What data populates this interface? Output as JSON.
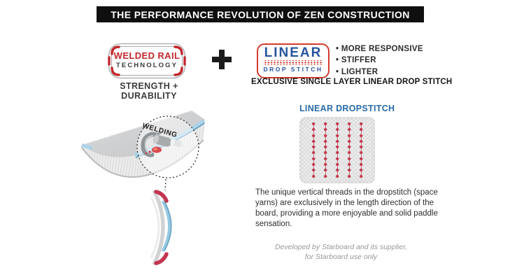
{
  "banner": {
    "title": "THE PERFORMANCE REVOLUTION OF ZEN CONSTRUCTION"
  },
  "welded_rail": {
    "line1": "WELDED RAIL",
    "line2": "TECHNOLOGY",
    "caption": "STRENGTH + DURABILITY"
  },
  "linear_logo": {
    "line1": "LINEAR",
    "line2": "DROP STITCH"
  },
  "benefits": [
    "MORE RESPONSIVE",
    "STIFFER",
    "LIGHTER"
  ],
  "exclusive_line": "EXCLUSIVE SINGLE LAYER LINEAR DROP STITCH",
  "dropstitch": {
    "heading": "LINEAR DROPSTITCH",
    "texture": {
      "columns": 5,
      "dots_per_column": 10
    },
    "description": "The unique vertical threads in the dropstitch (space yarns) are exclusively in the length direction of the board, providing a more enjoyable and solid paddle sensation."
  },
  "illustration": {
    "welding_label": "WELDING"
  },
  "footnote": {
    "line1": "Developed by Starboard and its supplier,",
    "line2": "for Starboard use only"
  },
  "icons": {
    "plus": "+",
    "welding_arrow": "▼"
  },
  "colors": {
    "banner_black": "#0f0f0f",
    "accent_red": "#c1272d",
    "logo_border_red": "#d23c30",
    "brand_blue": "#27549b",
    "heading_blue": "#2a6ba8",
    "dot_red": "#c13a50",
    "rail_blue": "#a9d3e8"
  }
}
